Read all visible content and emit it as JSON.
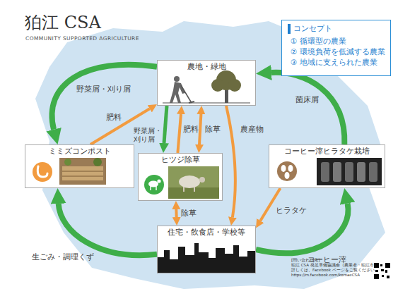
{
  "diagram": {
    "title": "狛江 CSA",
    "nodes": [
      {
        "text": [
          "コンセプト",
          "① 循環型の農業",
          "② 環境負荷を低減する農業",
          "③ 地域に支えられた農業"
        ]
      },
      {
        "text": [
          "農地・緑地"
        ]
      },
      {
        "text": [
          "ミミズコンポスト"
        ]
      },
      {
        "text": [
          "ヒツジ除草"
        ]
      },
      {
        "text": [
          "コーヒー滓ヒラタケ栽培"
        ]
      },
      {
        "text": [
          "住宅・飲食店・学校等"
        ]
      }
    ],
    "edges": [
      {
        "from": 1,
        "to": 2,
        "label": "野菜屑・刈り屑",
        "arrow": "to"
      },
      {
        "from": 2,
        "to": 1,
        "label": "肥料",
        "arrow": "to"
      },
      {
        "from": 5,
        "to": 2,
        "label": "生ごみ・調理くず",
        "arrow": "to"
      },
      {
        "from": 1,
        "to": 3,
        "label": "野菜屑・刈り屑",
        "arrow": "to"
      },
      {
        "from": 3,
        "to": 1,
        "label": "肥料",
        "arrow": "to"
      },
      {
        "from": 3,
        "to": 1,
        "label": "除草",
        "arrow": "both"
      },
      {
        "from": 1,
        "to": 5,
        "label": "農産物",
        "arrow": "to"
      },
      {
        "from": 3,
        "to": 5,
        "label": "除草",
        "arrow": "both"
      },
      {
        "from": 4,
        "to": 5,
        "label": "ヒラタケ",
        "arrow": "to"
      },
      {
        "from": 5,
        "to": 4,
        "label": "コーヒー滓",
        "arrow": "to"
      },
      {
        "from": 4,
        "to": 1,
        "label": "菌床屑",
        "arrow": "to"
      }
    ],
    "labels": [
      "COMMUNITY SUPPORTED AGRICULTURE",
      "[問い合わせ先]",
      "狛江 CSA 発足準備協議会（農業者・狛江市）",
      "詳しくは、Facebook ページをご覧ください",
      "https://m.facebook.com/komaeCSA"
    ]
  }
}
